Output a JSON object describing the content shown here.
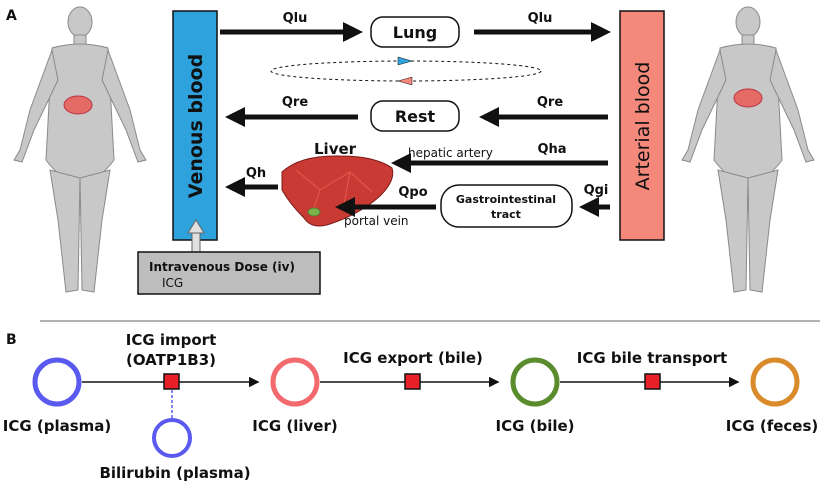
{
  "panel_a": {
    "letter": "A",
    "venous_label": "Venous blood",
    "arterial_label": "Arterial blood",
    "lung_label": "Lung",
    "rest_label": "Rest",
    "liver_label": "Liver",
    "gi_label_line1": "Gastrointestinal",
    "gi_label_line2": "tract",
    "dose_label": "Intravenous Dose (iv)",
    "dose_sub": "ICG",
    "flows": {
      "qlu_left": "Qlu",
      "qlu_right": "Qlu",
      "qre_left": "Qre",
      "qre_right": "Qre",
      "qha": "Qha",
      "hepatic_artery": "hepatic artery",
      "qh": "Qh",
      "qpo": "Qpo",
      "portal_vein": "portal vein",
      "qgi": "Qgi"
    },
    "colors": {
      "venous": "#2ea2dc",
      "arterial": "#f4887a",
      "dose_box": "#bdbdbd",
      "liver": "#c93a34"
    }
  },
  "panel_b": {
    "letter": "B",
    "nodes": {
      "plasma": "ICG (plasma)",
      "liver": "ICG (liver)",
      "bile": "ICG (bile)",
      "feces": "ICG (feces)",
      "bilirubin": "Bilirubin (plasma)"
    },
    "reactions": {
      "import_line1": "ICG import",
      "import_line2": "(OATP1B3)",
      "export": "ICG export (bile)",
      "transport": "ICG bile transport"
    },
    "colors": {
      "plasma": "#5a5af0",
      "liver": "#f26a6e",
      "bile": "#5a8c2e",
      "feces": "#d98a2a",
      "reaction": "#e8202a"
    }
  }
}
